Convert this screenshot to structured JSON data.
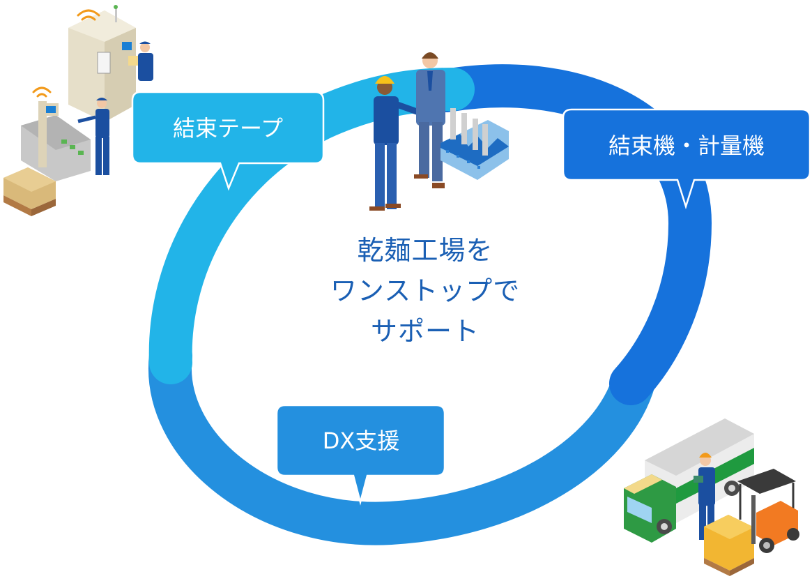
{
  "diagram": {
    "center": {
      "lines": [
        "乾麺工場を",
        "ワンストップで",
        "サポート"
      ],
      "color": "#1a5fb4"
    },
    "ring_segments": [
      {
        "name": "tape-segment",
        "color": "#22b4e8"
      },
      {
        "name": "machine-segment",
        "color": "#1672dc"
      },
      {
        "name": "dx-segment",
        "color": "#2490df"
      }
    ],
    "bubbles": [
      {
        "id": "tape",
        "label": "結束テープ",
        "color": "#22b4e8"
      },
      {
        "id": "machines",
        "label": "結束機・計量機",
        "color": "#1672dc"
      },
      {
        "id": "dx",
        "label": "DX支援",
        "color": "#2490df"
      }
    ],
    "illustrations": [
      {
        "id": "factory-line",
        "description": "Factory machines with workers and wifi signals"
      },
      {
        "id": "handshake",
        "description": "Worker shaking hands with businessman beside factory"
      },
      {
        "id": "logistics",
        "description": "Truck, worker with clipboard, forklift with boxes"
      }
    ]
  }
}
